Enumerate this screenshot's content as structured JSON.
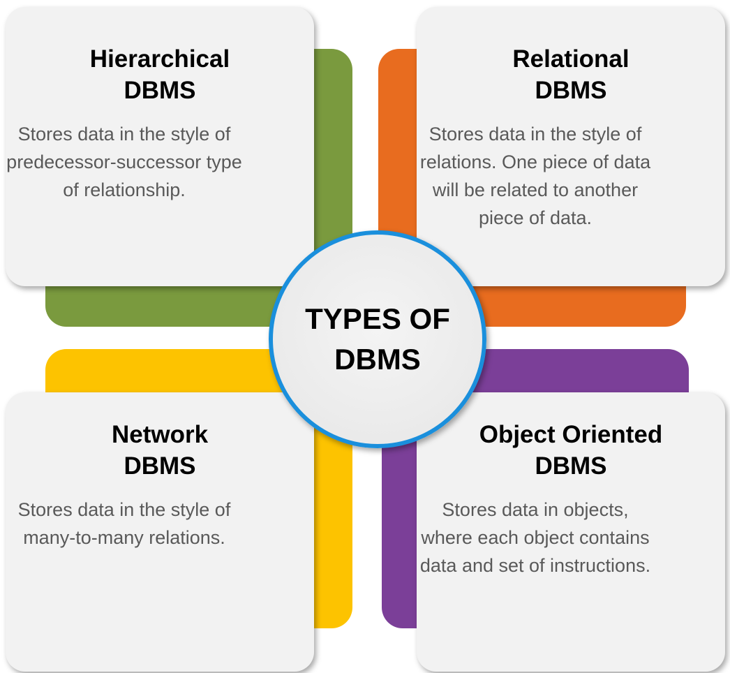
{
  "center": {
    "line1": "TYPES OF",
    "line2": "DBMS"
  },
  "colors": {
    "hierarchical": "#7a9a3e",
    "relational": "#e86c1f",
    "network": "#fdc300",
    "object_oriented": "#7b3f98",
    "circle_border": "#1a8fdc"
  },
  "cards": {
    "hierarchical": {
      "title1": "Hierarchical",
      "title2": "DBMS",
      "desc": "Stores data in the style of predecessor-successor type of relationship."
    },
    "relational": {
      "title1": "Relational",
      "title2": "DBMS",
      "desc": "Stores data in the style of relations. One piece of data will be related to another piece of data."
    },
    "network": {
      "title1": "Network",
      "title2": "DBMS",
      "desc": "Stores data in the style of many-to-many relations."
    },
    "object_oriented": {
      "title1": "Object Oriented",
      "title2": "DBMS",
      "desc": "Stores data in objects, where each object contains data and set of instructions."
    }
  }
}
